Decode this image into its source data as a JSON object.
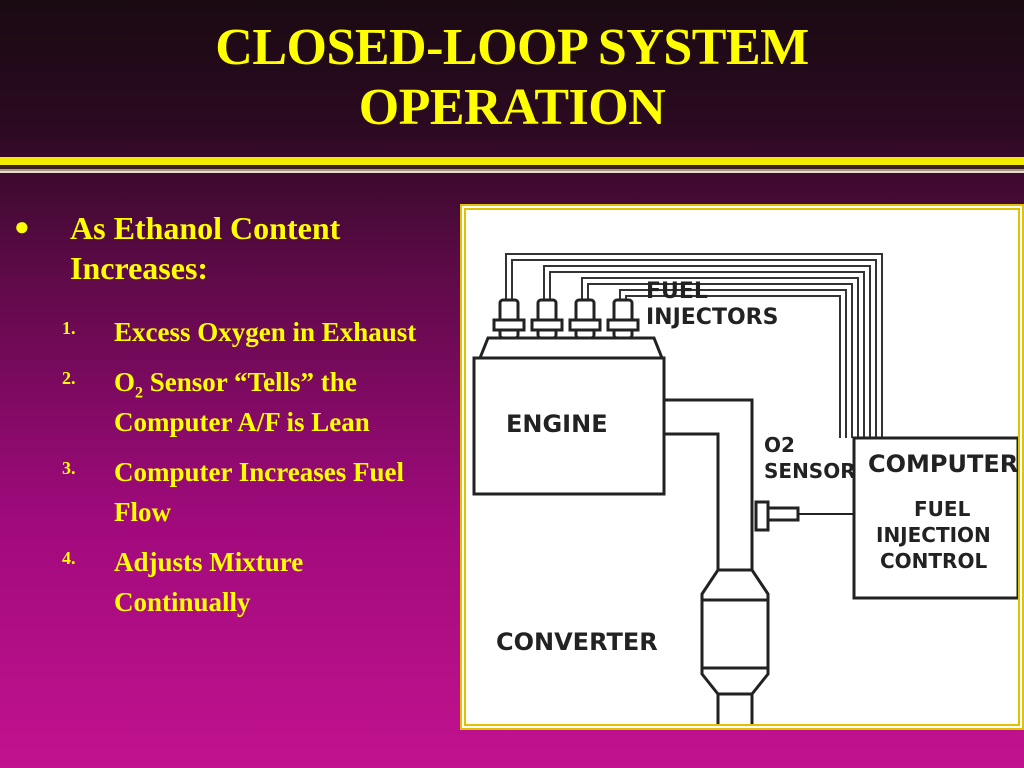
{
  "slide": {
    "title_line1": "CLOSED-LOOP SYSTEM",
    "title_line2": "OPERATION",
    "bullet": {
      "symbol": "●",
      "text": "As Ethanol Content Increases:"
    },
    "items": [
      {
        "num": "1.",
        "text": "Excess Oxygen in Exhaust"
      },
      {
        "num": "2.",
        "prefix": "O",
        "sub": "2",
        "text": " Sensor “Tells” the Computer A/F is Lean"
      },
      {
        "num": "3.",
        "text": "Computer Increases Fuel Flow"
      },
      {
        "num": "4.",
        "text": "Adjusts Mixture Continually"
      }
    ]
  },
  "diagram": {
    "fuel_injectors_line1": "FUEL",
    "fuel_injectors_line2": "INJECTORS",
    "engine": "ENGINE",
    "o2_sensor_line1": "O2",
    "o2_sensor_line2": "SENSOR",
    "computer": "COMPUTER",
    "fic_line1": "FUEL",
    "fic_line2": "INJECTION",
    "fic_line3": "CONTROL",
    "converter": "CONVERTER"
  },
  "colors": {
    "text": "#ffff00",
    "background_top": "#1a0a12",
    "background_bottom": "#c2128f",
    "frame": "#e0c200"
  }
}
